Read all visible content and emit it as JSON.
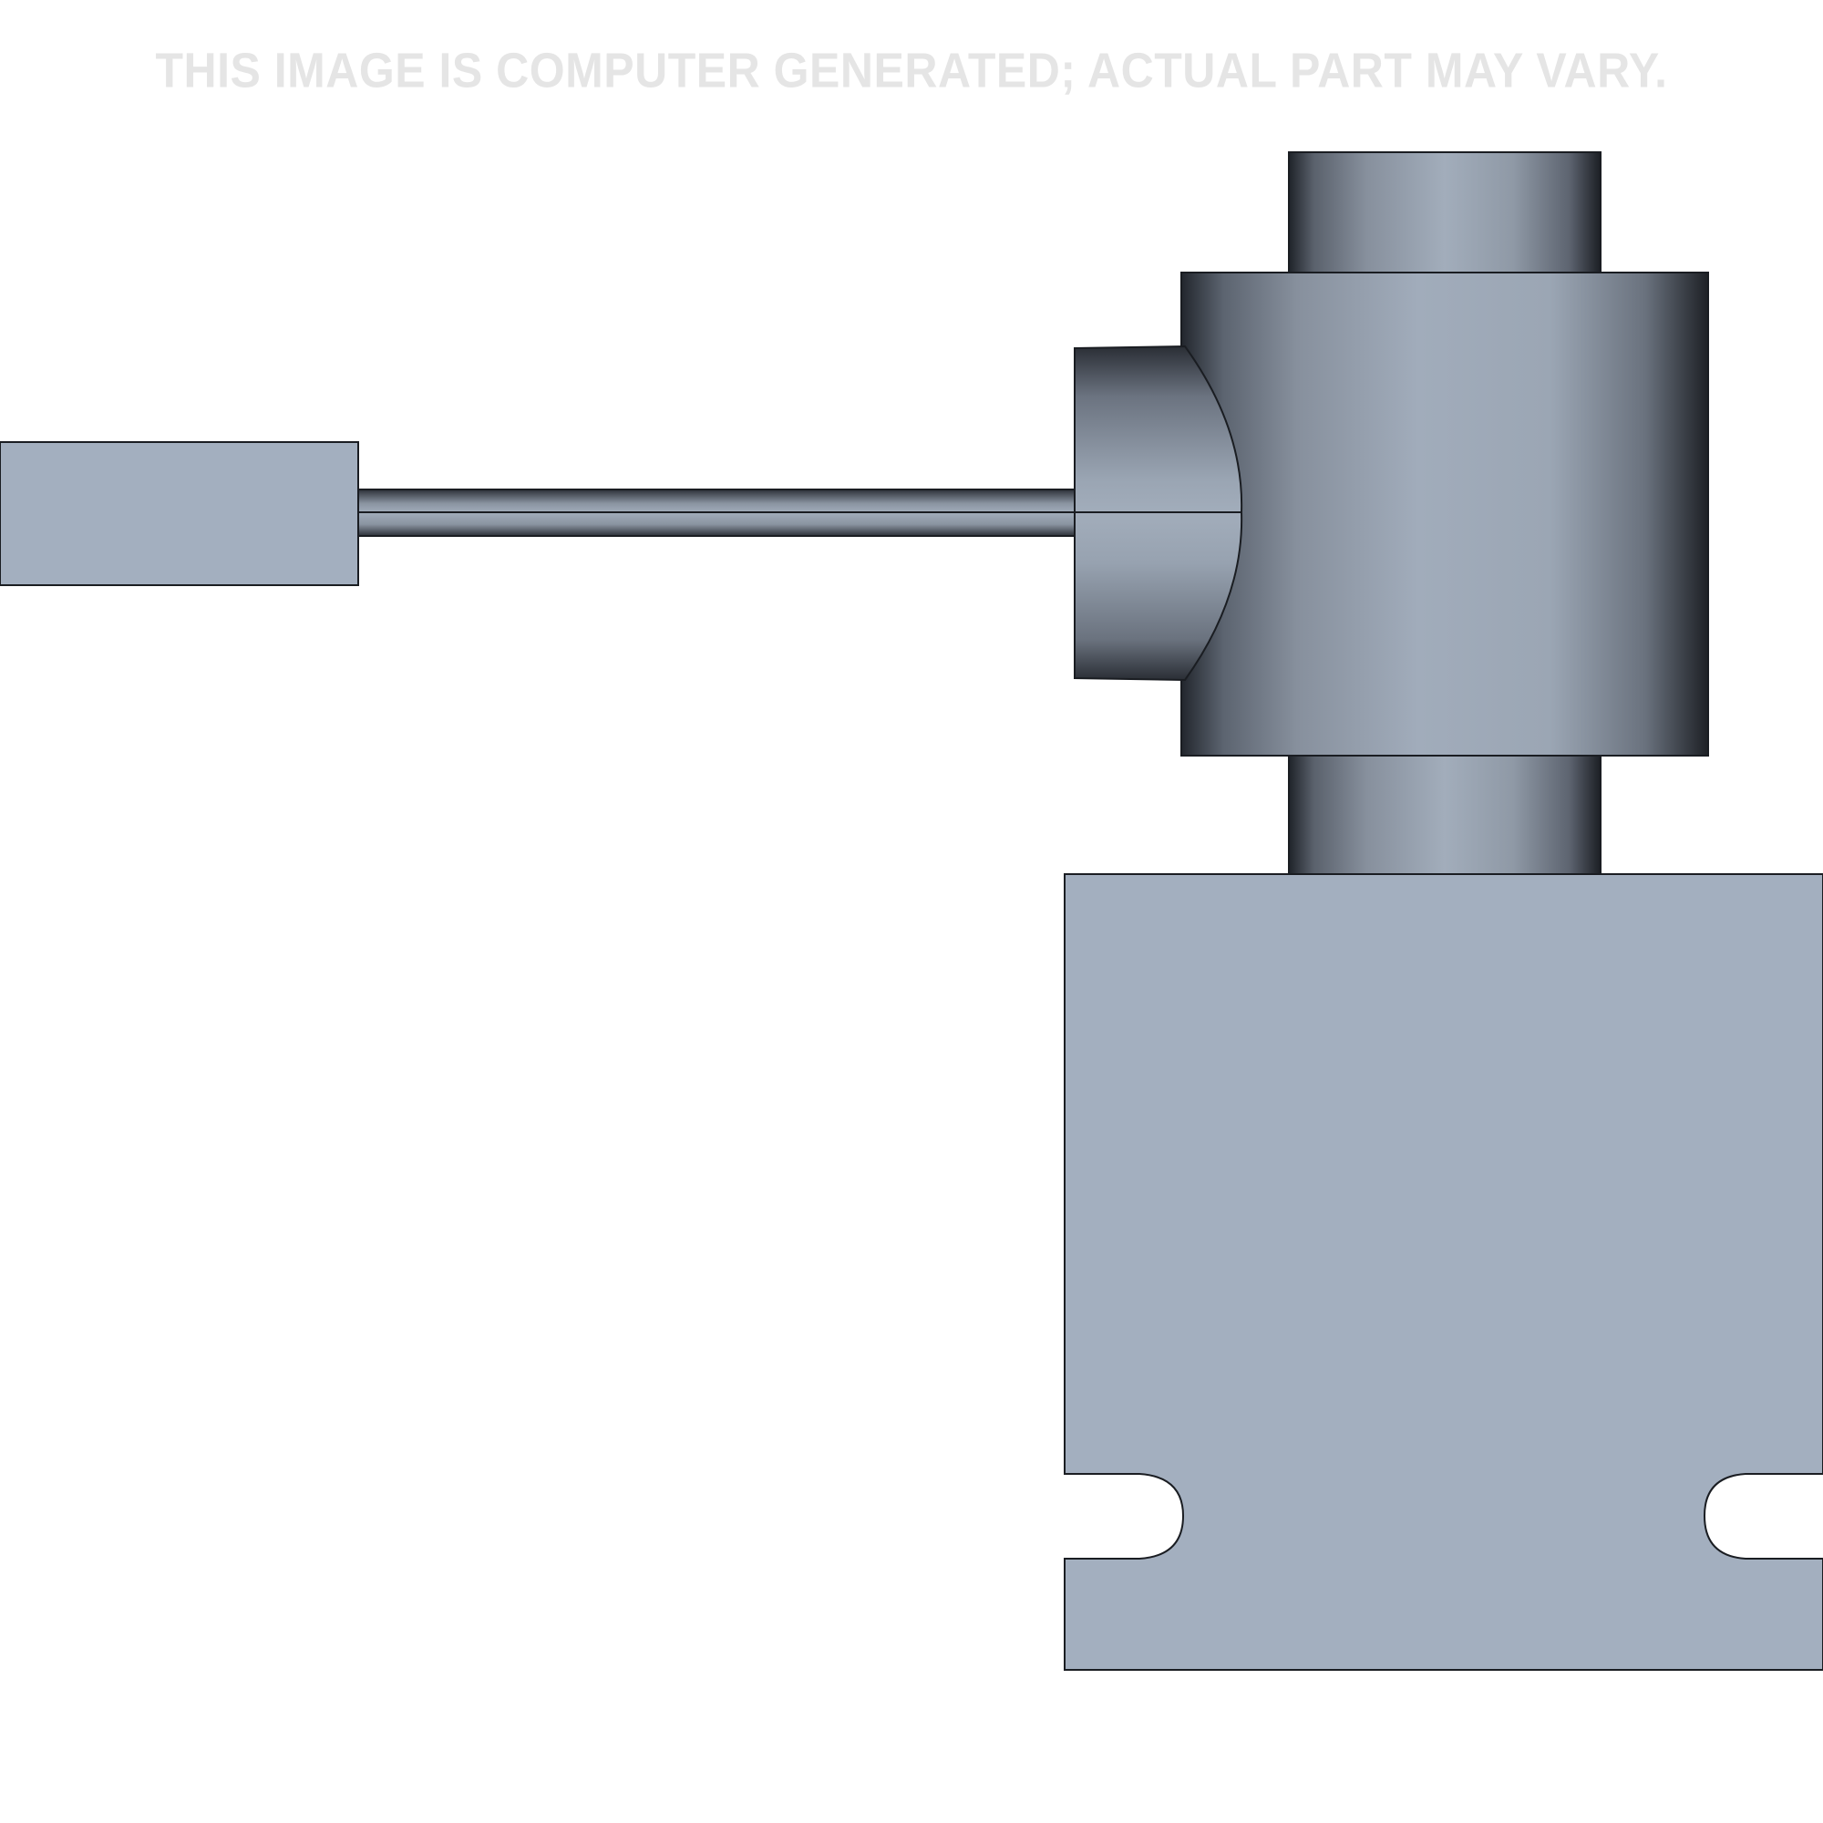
{
  "watermark": {
    "text": "THIS IMAGE IS COMPUTER GENERATED; ACTUAL PART MAY VARY.",
    "color": "#e5e5e5"
  },
  "drawing": {
    "subject": "valve-with-lever-handle-and-base-plate",
    "view": "side-elevation",
    "colors": {
      "background": "#ffffff",
      "flat_fill": "#a3afbf",
      "shade_dark": "#1f2329",
      "shade_mid": "#6f7784",
      "shade_light": "#a3aebd",
      "outline": "#1a1d22"
    },
    "parts": [
      {
        "id": "handle-block",
        "label": "Handle grip"
      },
      {
        "id": "stem",
        "label": "Lever stem"
      },
      {
        "id": "side-port",
        "label": "Side bonnet / port"
      },
      {
        "id": "top-cylinder",
        "label": "Top neck"
      },
      {
        "id": "main-body",
        "label": "Valve body"
      },
      {
        "id": "bottom-cylinder",
        "label": "Bottom neck"
      },
      {
        "id": "base-plate",
        "label": "Mounting base plate with slots"
      }
    ]
  }
}
